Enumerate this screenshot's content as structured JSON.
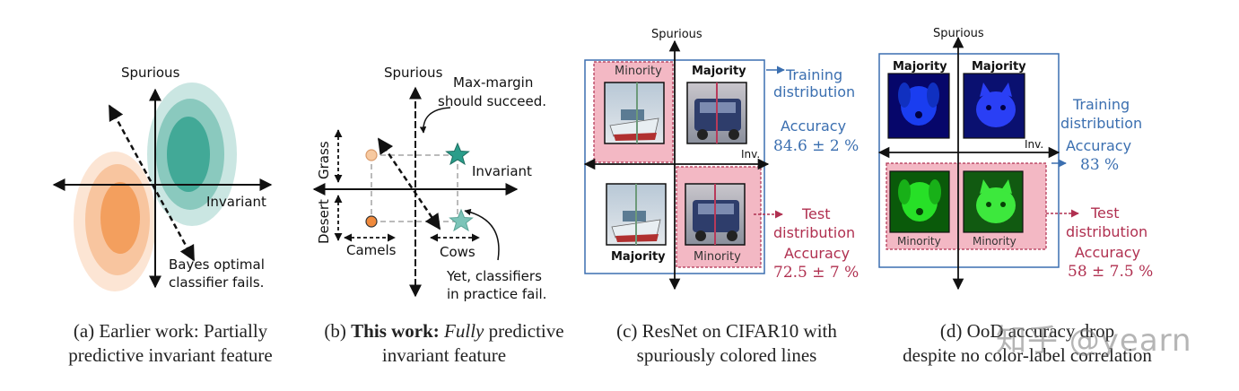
{
  "panel_a": {
    "axis_y": "Spurious",
    "axis_x": "Invariant",
    "annotation": [
      "Bayes optimal",
      "classifier fails."
    ],
    "colors": {
      "teal": "#2a9d8a",
      "orange": "#f08a3c"
    }
  },
  "panel_b": {
    "axis_y": "Spurious",
    "axis_x": "Invariant",
    "label_grass": "Grass",
    "label_desert": "Desert",
    "label_camels": "Camels",
    "label_cows": "Cows",
    "note_top": [
      "Max-margin",
      "should succeed."
    ],
    "note_bottom": [
      "Yet, classifiers",
      "in practice fail."
    ]
  },
  "panel_c": {
    "axis_y": "Spurious",
    "axis_x": "Inv.",
    "cells": {
      "top_left": "Minority",
      "top_right": "Majority",
      "bottom_left": "Majority",
      "bottom_right": "Minority"
    },
    "training": [
      "Training",
      "distribution"
    ],
    "train_acc_label": "Accuracy",
    "train_acc": "84.6 ± 2 %",
    "test": [
      "Test",
      "distribution"
    ],
    "test_acc_label": "Accuracy",
    "test_acc": "72.5 ± 7 %"
  },
  "panel_d": {
    "axis_y": "Spurious",
    "axis_x": "Inv.",
    "cells": {
      "top_left": "Majority",
      "top_right": "Majority",
      "bottom_left": "Minority",
      "bottom_right": "Minority"
    },
    "training": [
      "Training",
      "distribution"
    ],
    "train_acc_label": "Accuracy",
    "train_acc": "83 %",
    "test": [
      "Test",
      "distribution"
    ],
    "test_acc_label": "Accuracy",
    "test_acc": "58 ± 7.5 %"
  },
  "captions": {
    "a_tag": "(a)",
    "a_line1": "Earlier work: Partially",
    "a_line2": "predictive invariant feature",
    "b_tag": "(b)",
    "b_bold": "This work:",
    "b_ital": "Fully",
    "b_rest": "predictive",
    "b_line2": "invariant feature",
    "c_tag": "(c)",
    "c_line1": "ResNet on CIFAR10 with",
    "c_line2": "spuriously colored lines",
    "d_tag": "(d)",
    "d_line1": "OoD accuracy drop",
    "d_line2": "despite no color-label correlation"
  },
  "watermark": "知乎 @yearn",
  "colors": {
    "blue": "#3b6fb0",
    "crimson": "#b03050",
    "pink": "#f3b8c4",
    "teal": "#2a9d8a"
  }
}
